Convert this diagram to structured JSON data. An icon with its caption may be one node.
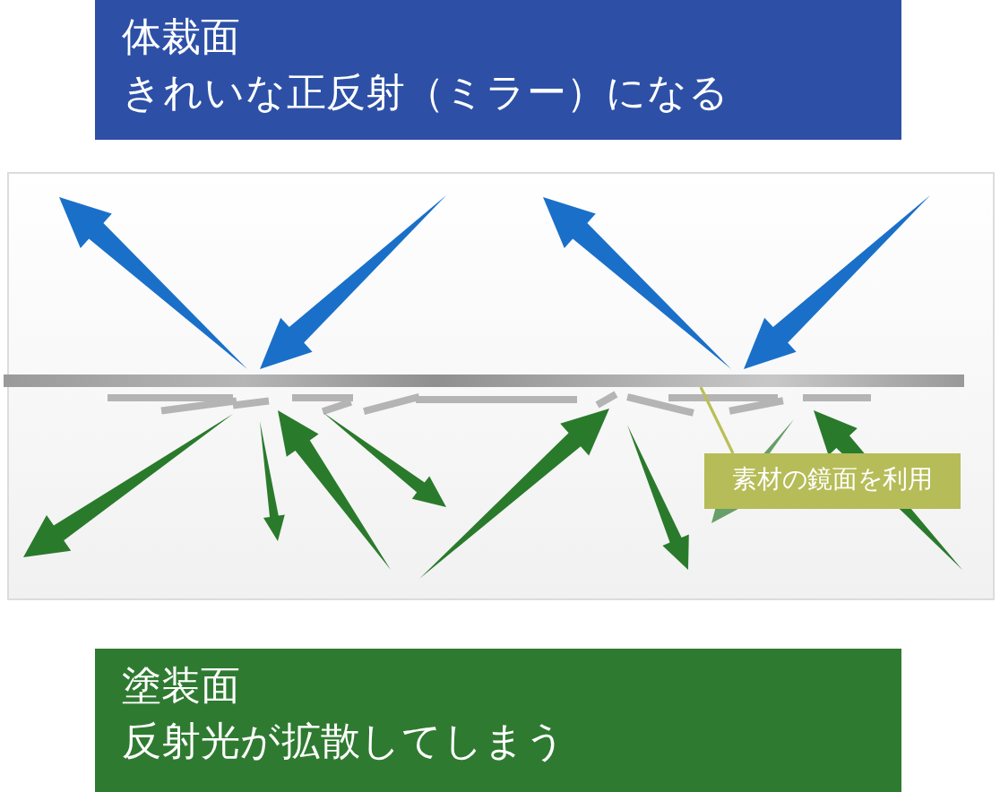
{
  "diagram": {
    "nodes": [
      {
        "text": [
          "体裁面",
          "きれいな正反射（ミラー）になる"
        ]
      },
      {
        "text": [
          "塗装面",
          "反射光が拡散してしまう"
        ]
      },
      {
        "text": [
          "素材の鏡面を利用"
        ]
      },
      {
        "text": [],
        "shape": "bar"
      }
    ],
    "edges": [
      {
        "from": 2,
        "to": 3,
        "arrow": "none",
        "color": "#b9bf55"
      }
    ]
  }
}
